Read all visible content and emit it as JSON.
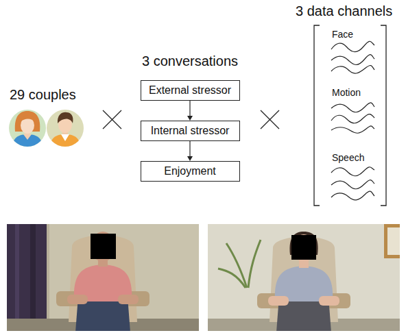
{
  "diagram": {
    "nodes": [
      {
        "text": [
          "External stressor"
        ]
      },
      {
        "text": [
          "Internal stressor"
        ]
      },
      {
        "text": [
          "Enjoyment"
        ]
      }
    ],
    "edges": [
      {
        "from": 0,
        "to": 1,
        "arrow": "to"
      },
      {
        "from": 1,
        "to": 2,
        "arrow": "to"
      }
    ],
    "labels": [
      "29 couples",
      "3 conversations",
      "3 data channels",
      "Face",
      "Motion",
      "Speech"
    ]
  }
}
